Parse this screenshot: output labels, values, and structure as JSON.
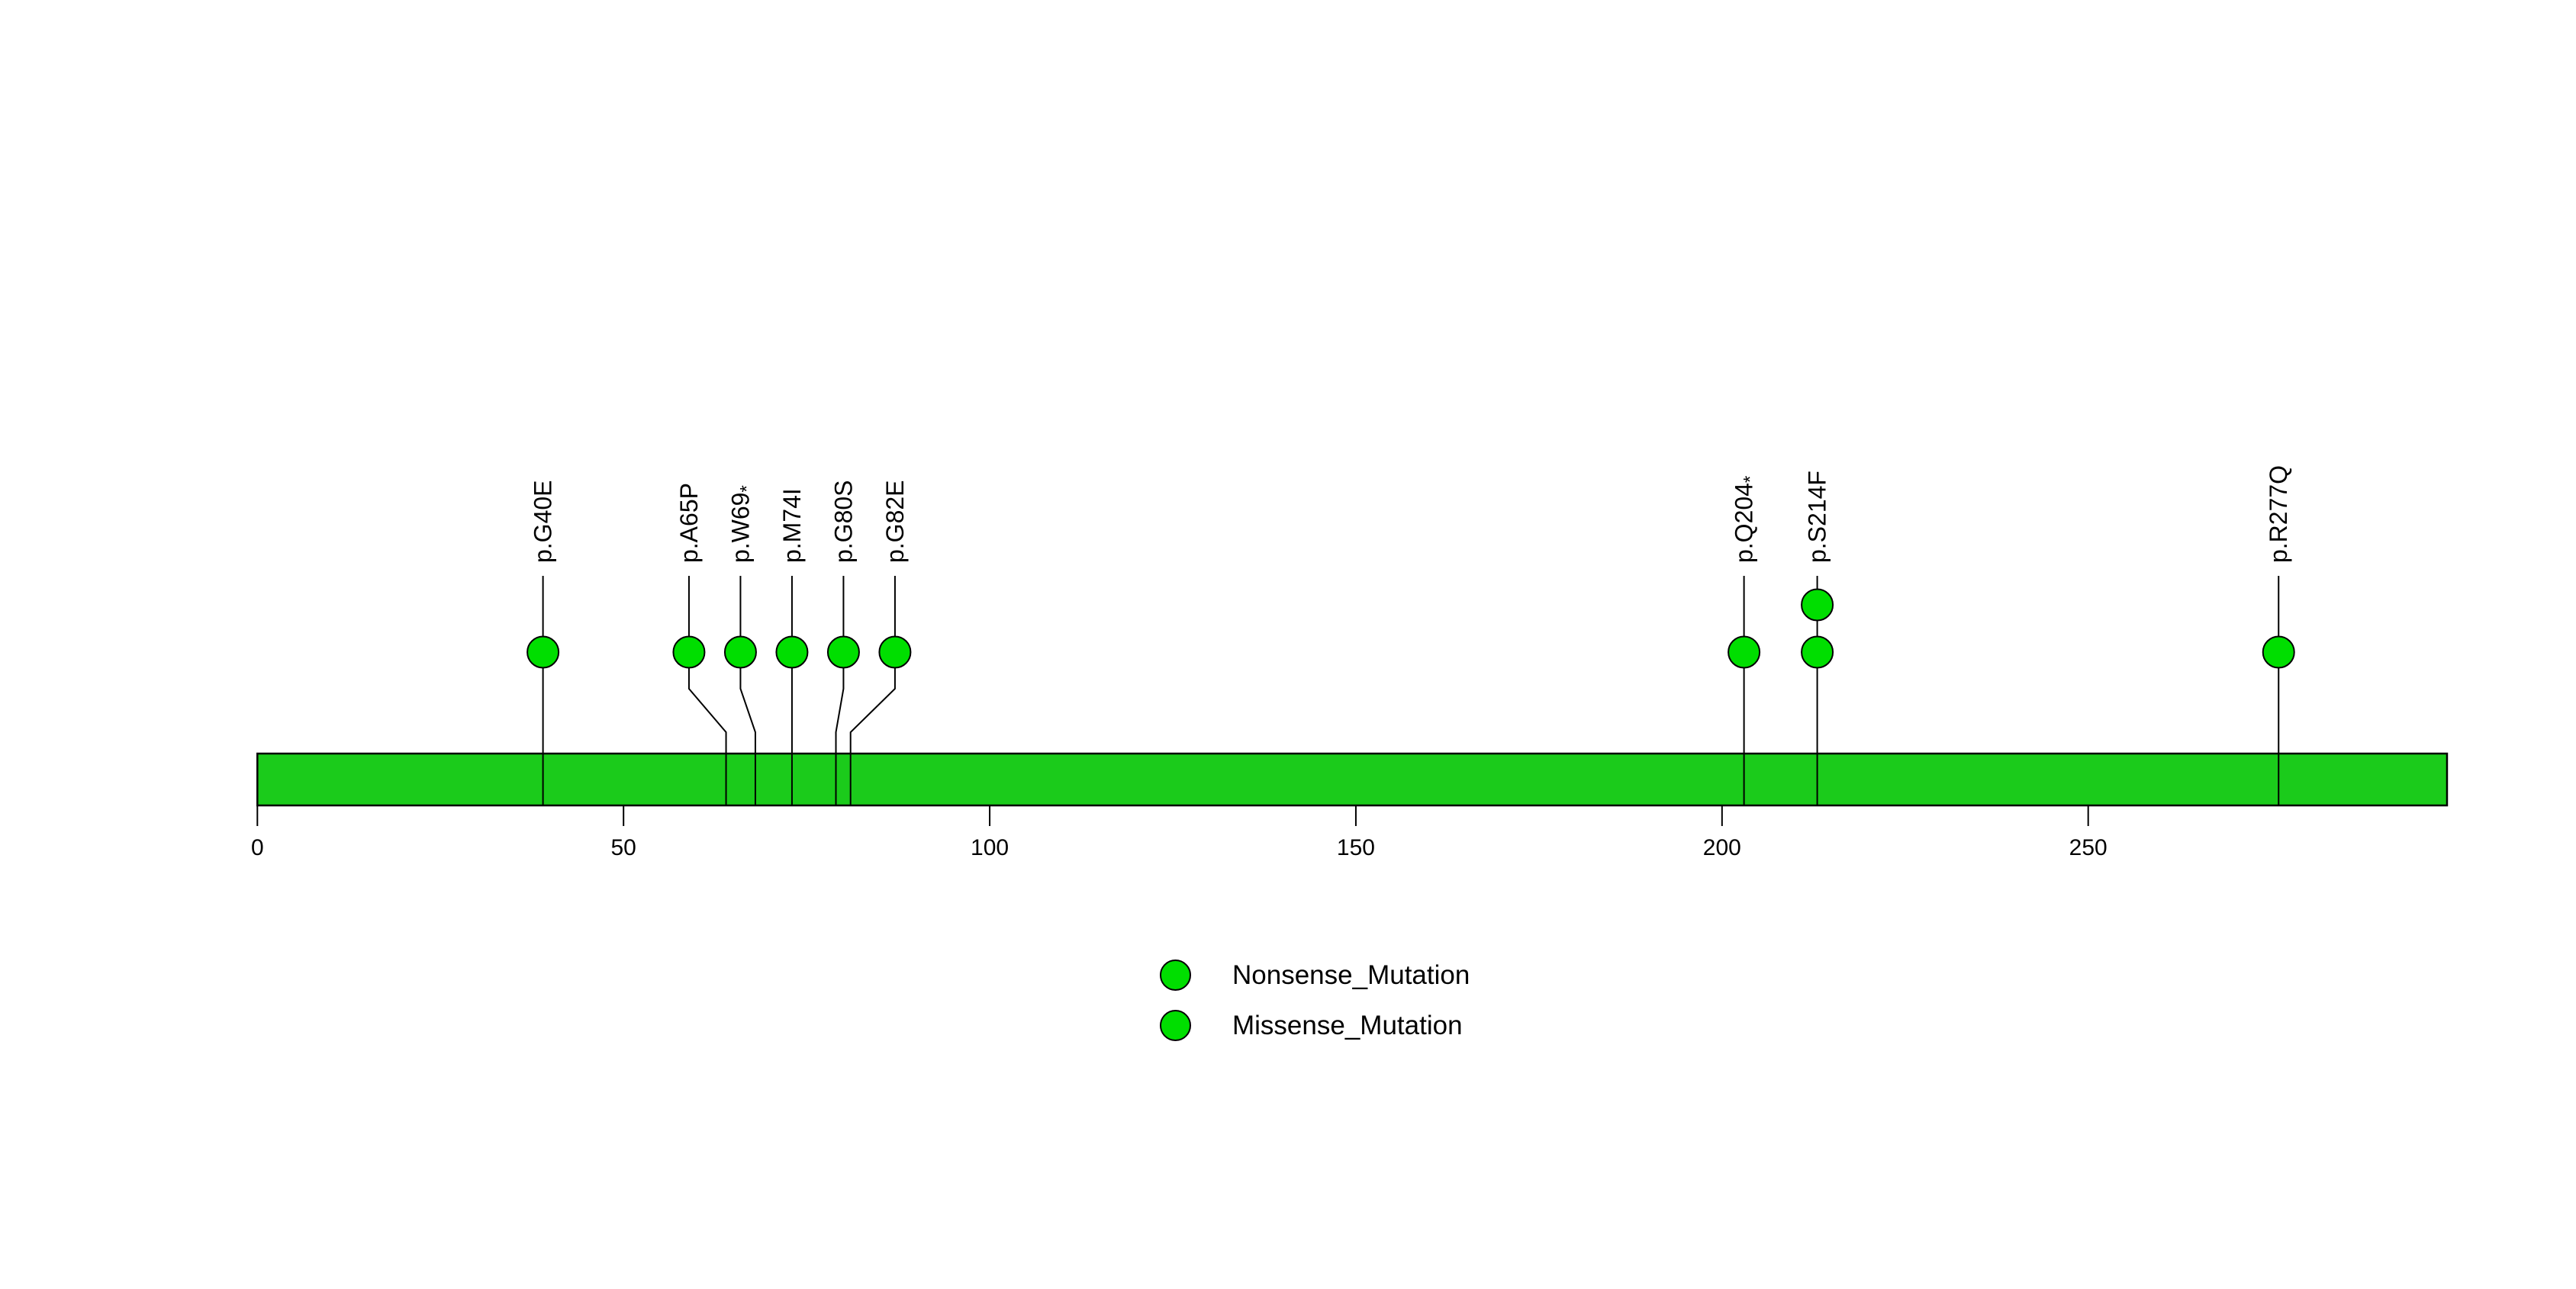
{
  "figure": {
    "background_color": "#ffffff"
  },
  "chart_data": {
    "type": "scatter",
    "subtype": "lollipop-mutation-plot",
    "title": "",
    "xlabel": "",
    "ylabel": "",
    "grid": false,
    "axis": {
      "xlim": [
        0,
        299
      ],
      "tick_values": [
        "0",
        "50",
        "100",
        "150",
        "200",
        "250"
      ]
    },
    "protein": {
      "length": 300,
      "bar_color": "#1BCB1B",
      "bar_outline_color": "#000000"
    },
    "point_color": "#00DE00",
    "point_outline_color": "#000000",
    "mutations": [
      {
        "label": "p.G40E",
        "position": 40,
        "count": 1,
        "type": "Missense_Mutation"
      },
      {
        "label": "p.A65P",
        "position": 65,
        "count": 1,
        "type": "Missense_Mutation"
      },
      {
        "label": "p.W69*",
        "position": 69,
        "count": 1,
        "type": "Nonsense_Mutation"
      },
      {
        "label": "p.M74I",
        "position": 74,
        "count": 1,
        "type": "Missense_Mutation"
      },
      {
        "label": "p.G80S",
        "position": 80,
        "count": 1,
        "type": "Missense_Mutation"
      },
      {
        "label": "p.G82E",
        "position": 82,
        "count": 1,
        "type": "Missense_Mutation"
      },
      {
        "label": "p.Q204*",
        "position": 204,
        "count": 1,
        "type": "Nonsense_Mutation"
      },
      {
        "label": "p.S214F",
        "position": 214,
        "count": 2,
        "type": "Missense_Mutation"
      },
      {
        "label": "p.R277Q",
        "position": 277,
        "count": 1,
        "type": "Missense_Mutation"
      }
    ],
    "legend": {
      "position": "bottom-center",
      "items": [
        {
          "label": "Nonsense_Mutation",
          "color": "#00DE00"
        },
        {
          "label": "Missense_Mutation",
          "color": "#00DE00"
        }
      ]
    }
  }
}
